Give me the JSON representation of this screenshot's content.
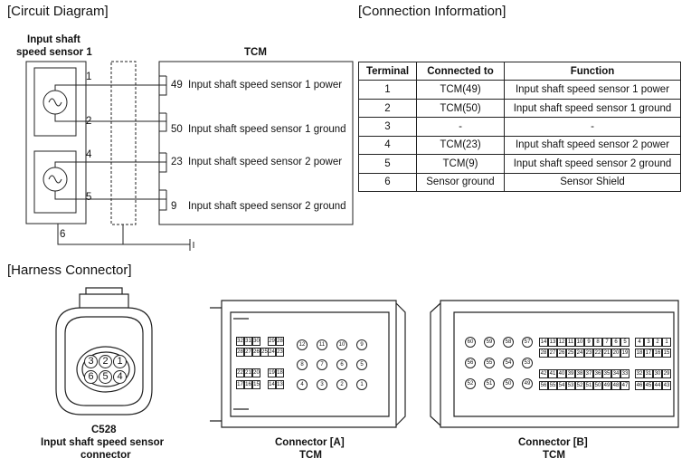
{
  "sections": {
    "circuit": "[Circuit Diagram]",
    "connection": "[Connection Information]",
    "harness": "[Harness Connector]"
  },
  "circuit": {
    "sensor_title_line1": "Input shaft",
    "sensor_title_line2": "speed sensor 1",
    "tcm_title": "TCM",
    "pins": [
      {
        "num": "1",
        "tcm": "49",
        "label": "Input shaft speed sensor 1 power"
      },
      {
        "num": "2",
        "tcm": "50",
        "label": "Input shaft speed sensor 1 ground"
      },
      {
        "num": "4",
        "tcm": "23",
        "label": "Input shaft speed sensor 2 power"
      },
      {
        "num": "5",
        "tcm": "9",
        "label": "Input shaft speed sensor 2 ground"
      }
    ],
    "shield_pin": "6"
  },
  "table": {
    "headers": [
      "Terminal",
      "Connected to",
      "Function"
    ],
    "rows": [
      [
        "1",
        "TCM(49)",
        "Input shaft speed sensor 1 power"
      ],
      [
        "2",
        "TCM(50)",
        "Input shaft speed sensor 1 ground"
      ],
      [
        "3",
        "-",
        "-"
      ],
      [
        "4",
        "TCM(23)",
        "Input shaft speed sensor 2 power"
      ],
      [
        "5",
        "TCM(9)",
        "Input shaft speed sensor 2 ground"
      ],
      [
        "6",
        "Sensor ground",
        "Sensor Shield"
      ]
    ]
  },
  "connectors": {
    "c528": {
      "code": "C528",
      "name_line1": "Input shaft speed sensor",
      "name_line2": "connector",
      "pins_top": [
        "3",
        "2",
        "1"
      ],
      "pins_bottom": [
        "6",
        "5",
        "4"
      ]
    },
    "a": {
      "name": "Connector [A]",
      "sub": "TCM",
      "left_rows": [
        [
          "32",
          "31",
          "30"
        ],
        [
          "28",
          "27",
          "26",
          "25"
        ],
        [
          "22",
          "21",
          "20"
        ],
        [
          "17",
          "16",
          "15"
        ]
      ],
      "left_side": [
        [
          "29",
          "28"
        ],
        [
          "24",
          "23"
        ],
        [
          "19",
          "18"
        ],
        [
          "14",
          "13"
        ]
      ],
      "round": [
        "12",
        "11",
        "10",
        "9",
        "8",
        "7",
        "6",
        "5",
        "4",
        "3",
        "2",
        "1"
      ]
    },
    "b": {
      "name": "Connector [B]",
      "sub": "TCM",
      "round": [
        "60",
        "59",
        "58",
        "57",
        "56",
        "55",
        "54",
        "53",
        "52",
        "51",
        "50",
        "49"
      ],
      "rows": [
        [
          "14",
          "13",
          "12",
          "11",
          "10",
          "9",
          "8",
          "7",
          "6",
          "5",
          "4",
          "3",
          "2",
          "1"
        ],
        [
          "28",
          "27",
          "26",
          "25",
          "24",
          "23",
          "22",
          "21",
          "20",
          "19",
          "18",
          "17",
          "16",
          "15"
        ],
        [
          "42",
          "41",
          "40",
          "39",
          "38",
          "37",
          "36",
          "35",
          "34",
          "33",
          "32",
          "31",
          "30",
          "29"
        ],
        [
          "56",
          "55",
          "54",
          "53",
          "52",
          "51",
          "50",
          "49",
          "48",
          "47",
          "46",
          "45",
          "44",
          "43"
        ]
      ]
    }
  }
}
